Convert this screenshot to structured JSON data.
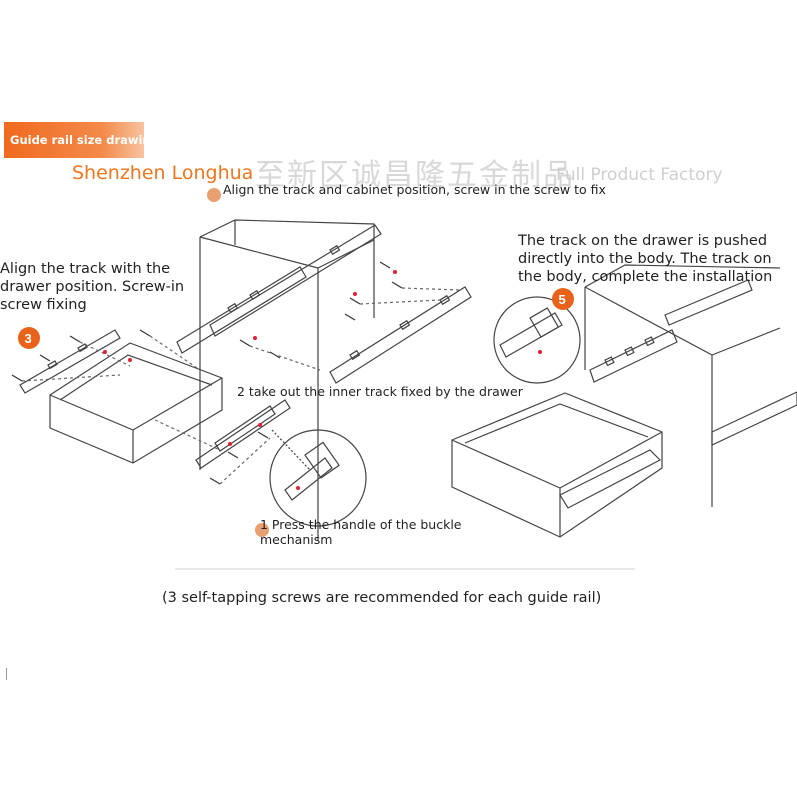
{
  "header": {
    "banner_label": "Guide rail size drawing",
    "company": "Shenzhen Longhua",
    "watermark_cn": "至新区诚昌隆五金制品",
    "watermark_en": "Full Product Factory"
  },
  "steps": {
    "step_top": "Align the track and cabinet position, screw in the screw to fix",
    "step3_lines": [
      "Align the track with the",
      "drawer position. Screw-in",
      "screw fixing"
    ],
    "step3_number": "3",
    "step2": "2 take out the inner track fixed by the drawer",
    "step1_lines": [
      "1 Press the handle of the buckle",
      "mechanism"
    ],
    "step5_lines": [
      "The track on the drawer is pushed",
      "directly into the body. The track on",
      "the body, complete the installation"
    ],
    "step5_number": "5"
  },
  "footer": {
    "recommendation": "(3 self-tapping screws are recommended for each guide rail)"
  },
  "colors": {
    "accent": "#ee7620",
    "badge": "#e8621a",
    "line": "#444444"
  }
}
